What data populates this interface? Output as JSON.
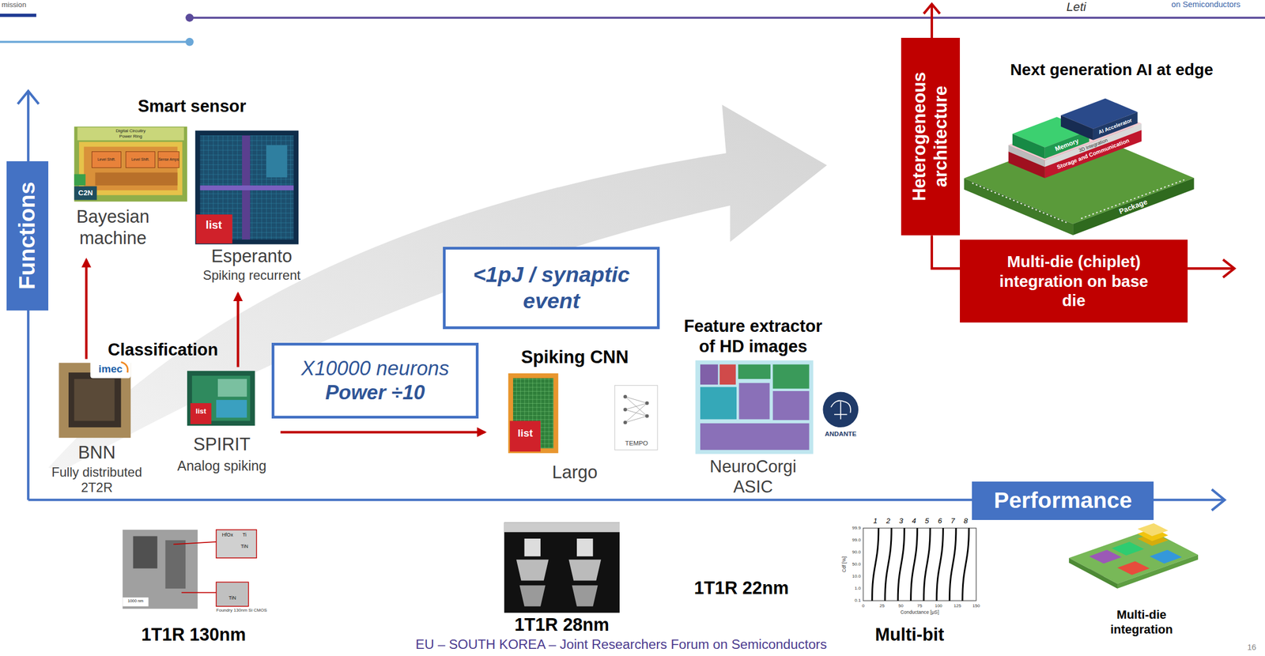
{
  "diagram": {
    "nodes": [
      {
        "text": [
          "Functions"
        ]
      },
      {
        "text": [
          "Bayesian machine"
        ]
      },
      {
        "text": [
          "Esperanto",
          "Spiking recurrent"
        ]
      },
      {
        "text": [
          "Heterogeneous architecture"
        ]
      },
      {
        "text": [
          "Next generation AI at edge"
        ]
      },
      {
        "text": [
          "Multi-die (chiplet) integration on base die"
        ]
      },
      {
        "text": [
          "<1pJ / synaptic event"
        ]
      },
      {
        "text": [
          "X10000 neurons",
          "Power ÷10"
        ]
      },
      {
        "text": [
          "BNN",
          "Fully distributed 2T2R"
        ]
      },
      {
        "text": [
          "SPIRIT",
          "Analog spiking"
        ]
      },
      {
        "text": [
          "Spiking CNN",
          "Largo"
        ]
      },
      {
        "text": [
          "Feature extractor of HD images",
          "NeuroCorgi ASIC"
        ]
      },
      {
        "text": [
          "Performance"
        ]
      },
      {
        "text": [
          "1T1R 130nm"
        ]
      },
      {
        "text": [
          "1T1R 28nm"
        ]
      },
      {
        "text": [
          "Multi-bit"
        ]
      },
      {
        "text": [
          "Multi-die integration"
        ]
      }
    ],
    "edges": [
      {
        "from": 8,
        "to": 1,
        "arrow": "to"
      },
      {
        "from": 9,
        "to": 2,
        "arrow": "to"
      },
      {
        "from": 9,
        "to": 10,
        "arrow": "to"
      }
    ],
    "labels": [
      "mission",
      "Leti",
      "on Semiconductors",
      "Smart sensor",
      "C2N",
      "Digital Circuitry",
      "Power Ring",
      "Level Shift.",
      "Level Shift.",
      "Sense Amps",
      "list",
      "Classification",
      "imec",
      "list",
      "list",
      "TEMPO",
      "ANDANTE",
      "AI Accelerator",
      "Memory",
      "3D Integration",
      "Storage and Communication",
      "Package",
      "HfOx",
      "Ti",
      "TiN",
      "TiN",
      "1000 nm",
      "Foundry 130nm Si CMOS",
      "1T1R 22nm",
      "1",
      "2",
      "3",
      "4",
      "5",
      "6",
      "7",
      "8",
      "Cdf [%]",
      "99.9",
      "99.0",
      "90.0",
      "50.0",
      "10.0",
      "1.0",
      "0.1",
      "0",
      "25",
      "50",
      "75",
      "100",
      "125",
      "150",
      "Conductance [μS]",
      "EU – SOUTH KOREA – Joint Researchers Forum on Semiconductors",
      "16"
    ]
  }
}
